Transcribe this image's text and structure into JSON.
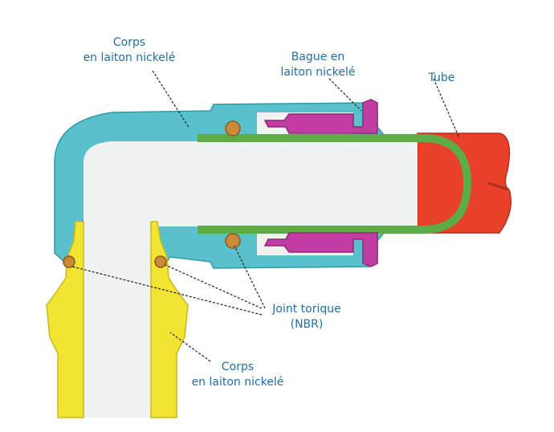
{
  "colors": {
    "label": "#1f6fa8",
    "body_blue": "#58c1cb",
    "body_blue_edge": "#2f9aa6",
    "bore": "#eef2f1",
    "ring_magenta": "#c13da1",
    "tube_green": "#5dac47",
    "tube_red": "#e8412a",
    "yellow_body": "#f2e432",
    "yellow_edge": "#c9b91a",
    "oring": "#c98a3a",
    "leader": "#222222"
  },
  "labels": {
    "corps_top": {
      "line1": "Corps",
      "line2": "en laiton nickelé"
    },
    "bague": {
      "line1": "Bague en",
      "line2": "laiton nickelé"
    },
    "tube": "Tube",
    "joint": {
      "line1": "Joint torique",
      "line2": "(NBR)"
    },
    "corps_bottom": {
      "line1": "Corps",
      "line2": "en laiton nickelé"
    }
  },
  "icons": {
    "body": "elbow-body-icon",
    "tube": "tube-icon",
    "ring": "clamping-ring-icon",
    "oring": "o-ring-icon",
    "base": "threaded-base-icon"
  }
}
